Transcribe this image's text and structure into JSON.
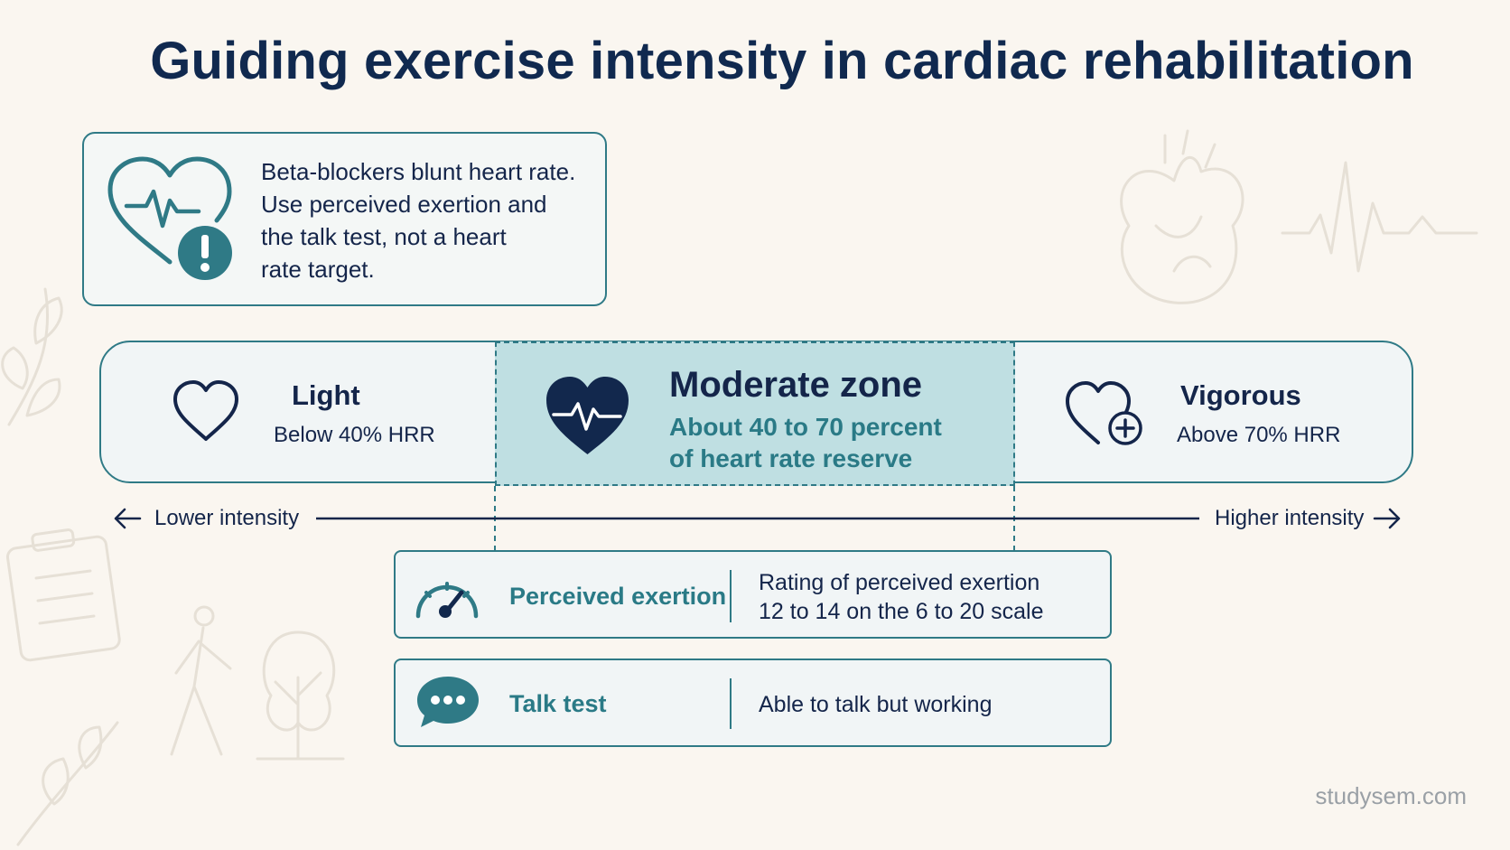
{
  "title": "Guiding exercise intensity in cardiac rehabilitation",
  "note": {
    "icon": "heart-with-warning-icon",
    "text_lines": [
      "Beta-blockers blunt heart rate.",
      "Use perceived exertion and",
      "the talk test, not a heart",
      "rate target."
    ]
  },
  "zones": {
    "light": {
      "icon": "heart-outline-icon",
      "label": "Light",
      "detail": "Below 40% HRR"
    },
    "moderate": {
      "icon": "heart-pulse-icon",
      "label": "Moderate zone",
      "detail_lines": [
        "About 40 to 70 percent",
        "of heart rate reserve"
      ]
    },
    "vigorous": {
      "icon": "heart-plus-icon",
      "label": "Vigorous",
      "detail": "Above 70% HRR"
    }
  },
  "axis": {
    "low": "Lower intensity",
    "high": "Higher intensity"
  },
  "methods": [
    {
      "icon": "gauge-icon",
      "label": "Perceived exertion",
      "detail_lines": [
        "Rating of perceived exertion",
        "12 to 14 on the 6 to 20 scale"
      ]
    },
    {
      "icon": "speech-bubble-icon",
      "label": "Talk test",
      "detail_lines": [
        "Able to talk but working"
      ]
    }
  ],
  "footer": "studysem.com",
  "colors": {
    "background": "#faf6f0",
    "navy": "#10294f",
    "teal": "#2f7a86",
    "moderate_fill": "#bfdfe2"
  }
}
